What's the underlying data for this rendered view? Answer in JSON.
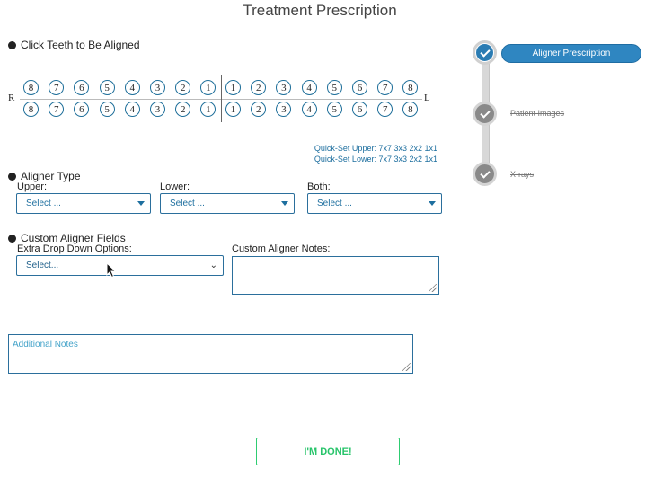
{
  "page": {
    "title": "Treatment Prescription"
  },
  "teeth": {
    "heading": "Click Teeth to Be Aligned",
    "right_label": "R",
    "left_label": "L",
    "upper_right": [
      "8",
      "7",
      "6",
      "5",
      "4",
      "3",
      "2",
      "1"
    ],
    "upper_left": [
      "1",
      "2",
      "3",
      "4",
      "5",
      "6",
      "7",
      "8"
    ],
    "lower_right": [
      "8",
      "7",
      "6",
      "5",
      "4",
      "3",
      "2",
      "1"
    ],
    "lower_left": [
      "1",
      "2",
      "3",
      "4",
      "5",
      "6",
      "7",
      "8"
    ],
    "quick_set_upper": "Quick-Set Upper: 7x7 3x3 2x2 1x1",
    "quick_set_lower": "Quick-Set Lower: 7x7 3x3 2x2 1x1"
  },
  "aligner_type": {
    "heading": "Aligner Type",
    "upper": {
      "label": "Upper:",
      "value": "Select ..."
    },
    "lower": {
      "label": "Lower:",
      "value": "Select ..."
    },
    "both": {
      "label": "Both:",
      "value": "Select ..."
    }
  },
  "custom": {
    "heading": "Custom Aligner Fields",
    "extra": {
      "label": "Extra Drop Down Options:",
      "value": "Select..."
    },
    "notes": {
      "label": "Custom Aligner Notes:"
    }
  },
  "additional_notes": {
    "placeholder": "Additional Notes"
  },
  "done_button": "I'M DONE!",
  "steps": [
    {
      "label": "Aligner Prescription",
      "state": "active"
    },
    {
      "label": "Patient Images",
      "state": "done"
    },
    {
      "label": "X-rays",
      "state": "done"
    }
  ],
  "colors": {
    "accent": "#2f86c1",
    "done": "#27c46a",
    "link": "#1e6f9f"
  }
}
